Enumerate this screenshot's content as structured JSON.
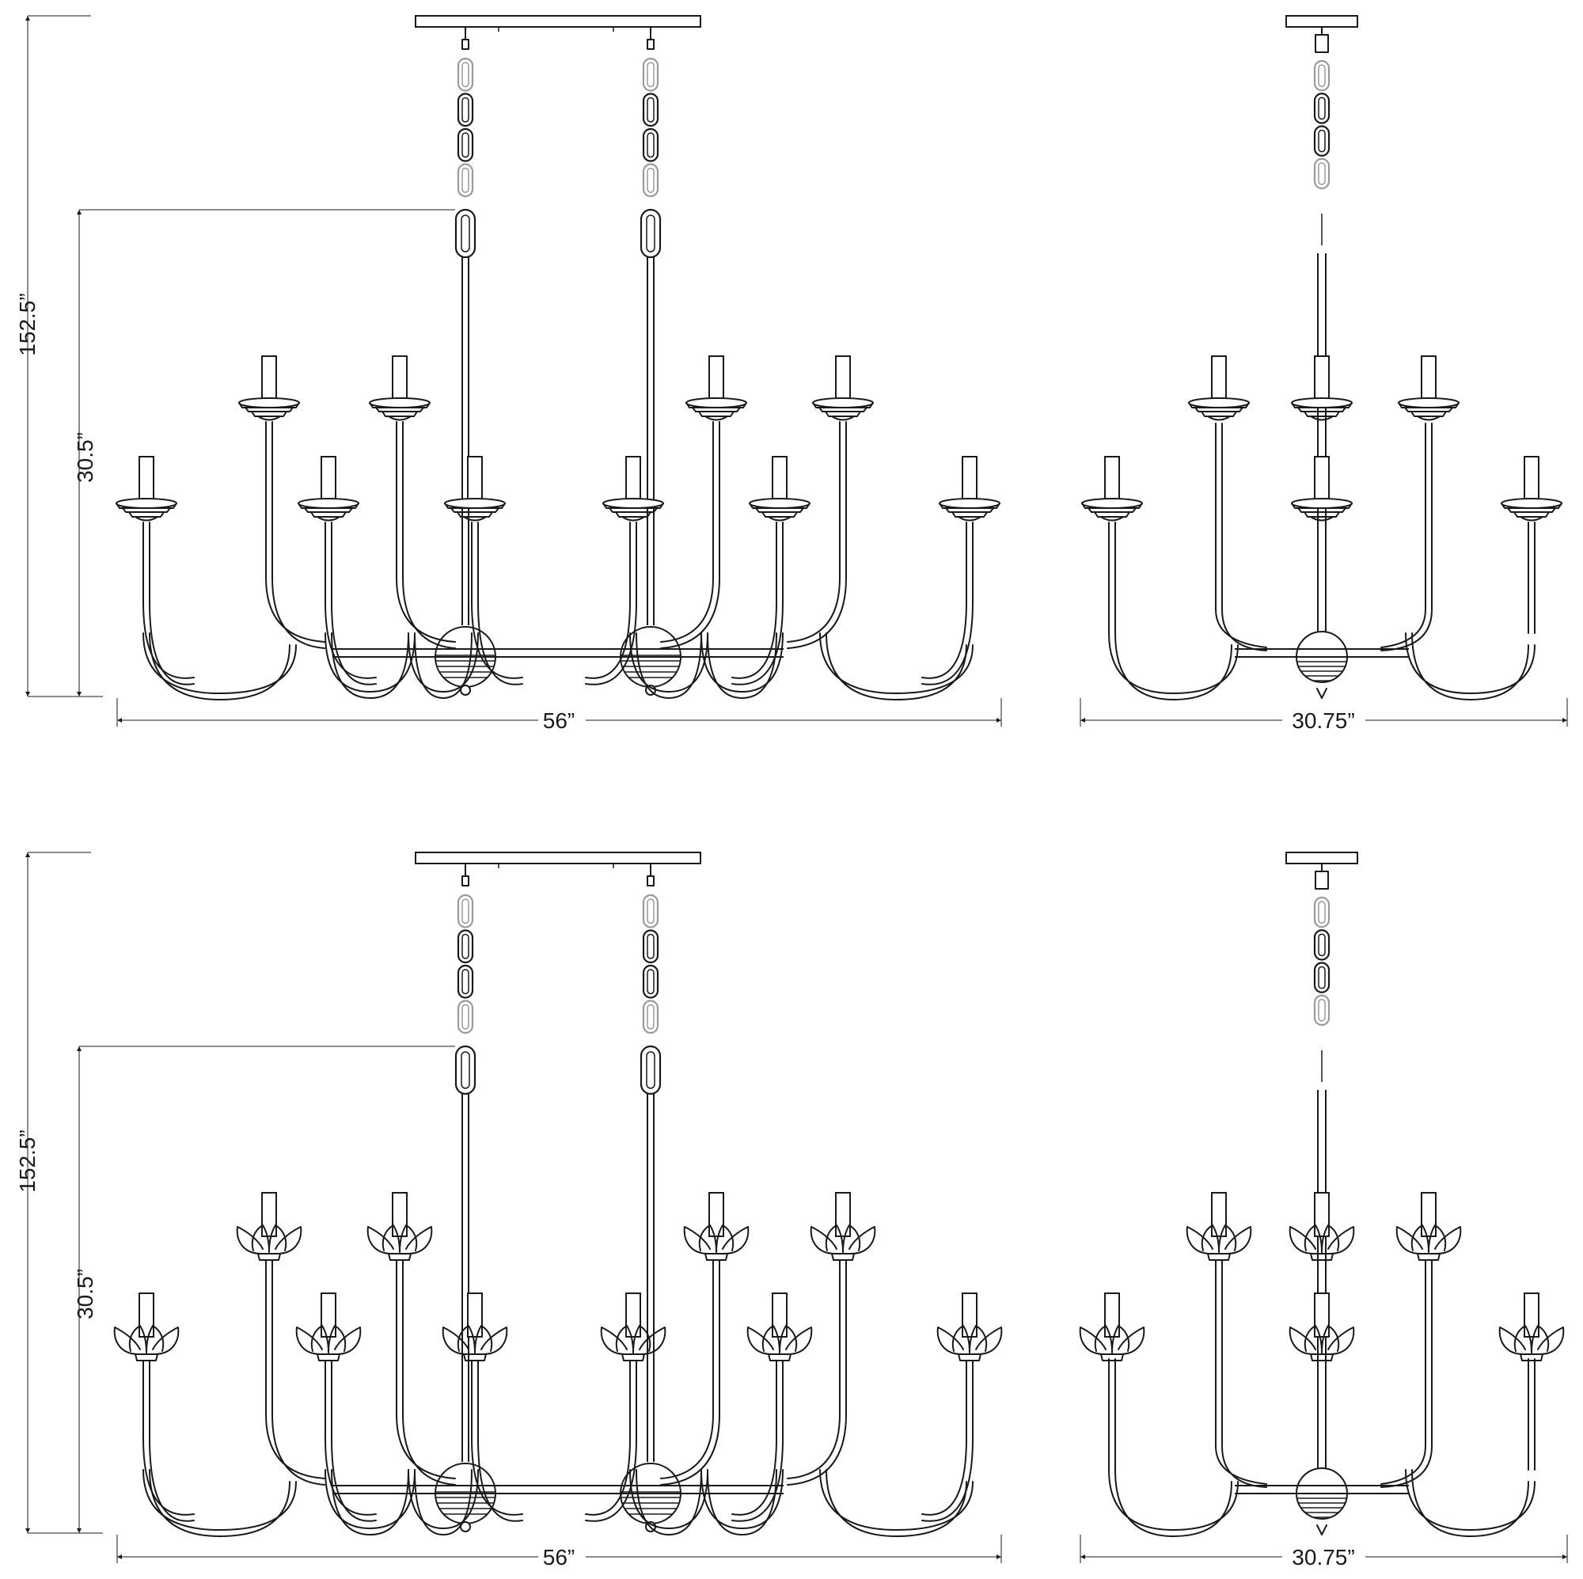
{
  "drawings": [
    {
      "id": "top",
      "variant": "plain-cup",
      "dims": {
        "overall_height": "152.5”",
        "body_height": "30.5”",
        "front_width": "56”",
        "side_width": "30.75”"
      }
    },
    {
      "id": "bottom",
      "variant": "petal-cup",
      "dims": {
        "overall_height": "152.5”",
        "body_height": "30.5”",
        "front_width": "56”",
        "side_width": "30.75”"
      }
    }
  ],
  "colors": {
    "line": "#1a1a1a",
    "chain": "#9a9a9a",
    "background": "#ffffff"
  },
  "icons": {
    "candle": "candle-socket-icon",
    "petal": "flower-petal-cup-icon",
    "chain": "chain-link-icon"
  }
}
